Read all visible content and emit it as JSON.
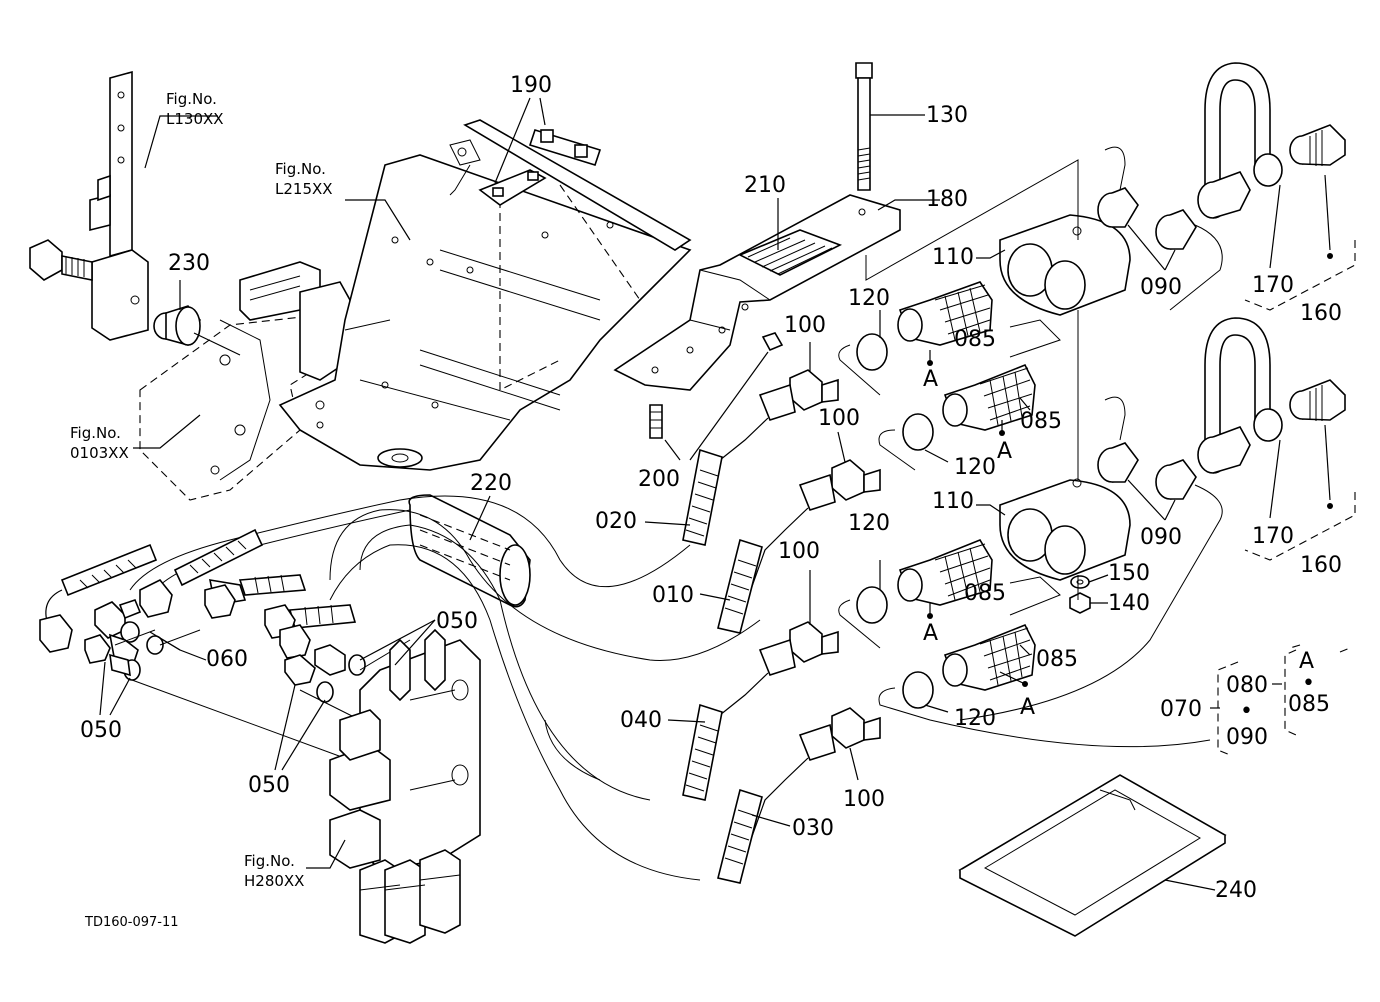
{
  "drawing_code": "TD160-097-11",
  "fig_refs": [
    {
      "line1": "Fig.No.",
      "line2": "L130XX"
    },
    {
      "line1": "Fig.No.",
      "line2": "L215XX"
    },
    {
      "line1": "Fig.No.",
      "line2": "0103XX"
    },
    {
      "line1": "Fig.No.",
      "line2": "H280XX"
    }
  ],
  "part_labels": {
    "p010": "010",
    "p020": "020",
    "p030": "030",
    "p040": "040",
    "p050": "050",
    "p060": "060",
    "p070": "070",
    "p080": "080",
    "p085": "085",
    "p090": "090",
    "p100": "100",
    "p110": "110",
    "p120": "120",
    "p130": "130",
    "p140": "140",
    "p150": "150",
    "p160": "160",
    "p170": "170",
    "p180": "180",
    "p190": "190",
    "p200": "200",
    "p210": "210",
    "p220": "220",
    "p230": "230",
    "p240": "240"
  },
  "ref_marker": "A",
  "bullet": "•"
}
